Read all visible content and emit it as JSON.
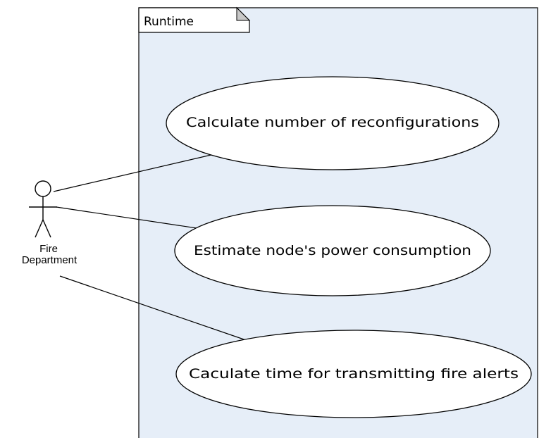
{
  "boundary": {
    "name": "Runtime"
  },
  "actor": {
    "name_line1": "Fire",
    "name_line2": "Department"
  },
  "use_cases": [
    {
      "label": "Calculate number of reconfigurations"
    },
    {
      "label": "Estimate node's power consumption"
    },
    {
      "label": "Caculate time for transmitting fire alerts"
    }
  ],
  "colors": {
    "boundary_background": "#e6eef8",
    "ellipse_fill": "#ffffff",
    "stroke": "#000000"
  }
}
